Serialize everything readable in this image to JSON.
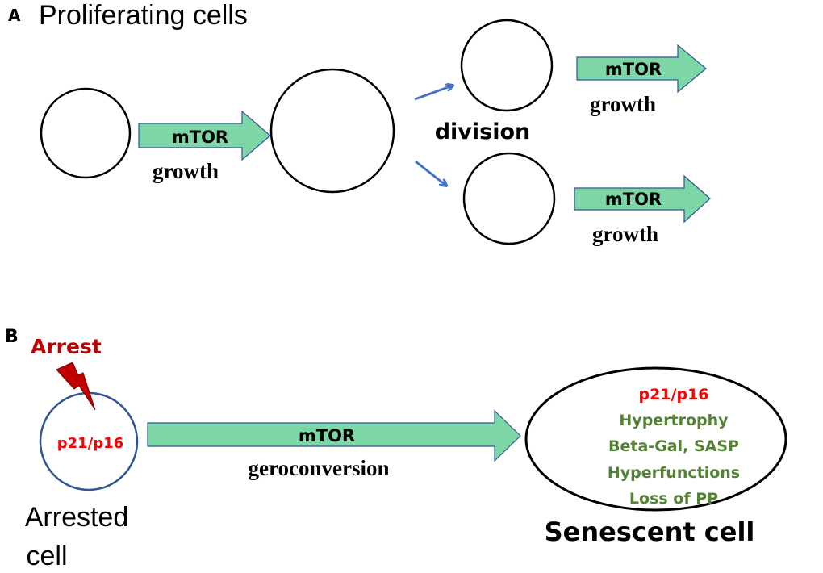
{
  "panel_a": {
    "letter": "A",
    "title": "Proliferating cells",
    "arrow_main": {
      "label": "mTOR",
      "caption": "growth"
    },
    "division_label": "division",
    "arrow_top": {
      "label": "mTOR",
      "caption": "growth"
    },
    "arrow_bottom": {
      "label": "mTOR",
      "caption": "growth"
    }
  },
  "panel_b": {
    "letter": "B",
    "arrest_label": "Arrest",
    "arrested_cell_marker": "p21/p16",
    "arrested_cell_label_line1": "Arrested",
    "arrested_cell_label_line2": "cell",
    "arrow": {
      "label": "mTOR",
      "caption": "geroconversion"
    },
    "senescent_features": [
      "p21/p16",
      "Hypertrophy",
      "Beta-Gal, SASP",
      "Hyperfunctions",
      "Loss of PP"
    ],
    "senescent_cell_label": "Senescent cell"
  },
  "colors": {
    "arrow_fill": "#7dd6a5",
    "arrow_stroke": "#2f5597",
    "division_arrow": "#4472c4",
    "arrest_red": "#c00000",
    "marker_red": "#ff0000",
    "feature_green": "#548235",
    "arrested_cell_stroke": "#2f5597"
  }
}
